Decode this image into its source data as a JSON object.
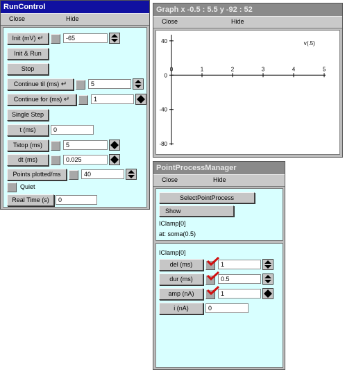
{
  "run_control": {
    "title": "RunControl",
    "menu_close": "Close",
    "menu_hide": "Hide",
    "init_label": "Init (mV)",
    "init_value": "-65",
    "init_run_label": "Init & Run",
    "stop_label": "Stop",
    "continue_til_label": "Continue til (ms)",
    "continue_til_value": "5",
    "continue_for_label": "Continue for (ms)",
    "continue_for_value": "1",
    "single_step_label": "Single Step",
    "t_label": "t (ms)",
    "t_value": "0",
    "tstop_label": "Tstop (ms)",
    "tstop_value": "5",
    "dt_label": "dt (ms)",
    "dt_value": "0.025",
    "points_label": "Points plotted/ms",
    "points_value": "40",
    "quiet_label": "Quiet",
    "realtime_label": "Real Time (s)",
    "realtime_value": "0"
  },
  "graph": {
    "title": "Graph  x -0.5 : 5.5  y -92 : 52",
    "menu_close": "Close",
    "menu_hide": "Hide",
    "chart_data": {
      "type": "line",
      "x_ticks": [
        "0",
        "1",
        "2",
        "3",
        "4",
        "5"
      ],
      "y_ticks": [
        "40",
        "0",
        "-40",
        "-80"
      ],
      "xlim": [
        -0.5,
        5.5
      ],
      "ylim": [
        -92,
        52
      ],
      "series": [
        {
          "name": "v(.5)",
          "values": []
        }
      ]
    }
  },
  "ppm": {
    "title": "PointProcessManager",
    "menu_close": "Close",
    "menu_hide": "Hide",
    "select_label": "SelectPointProcess",
    "show_label": "Show",
    "name1": "IClamp[0]",
    "location": "at: soma(0.5)",
    "name2": "IClamp[0]",
    "del_label": "del (ms)",
    "del_value": "1",
    "dur_label": "dur (ms)",
    "dur_value": "0.5",
    "amp_label": "amp (nA)",
    "amp_value": "1",
    "i_label": "i (nA)",
    "i_value": "0",
    "checkmark_color": "#d01010"
  }
}
